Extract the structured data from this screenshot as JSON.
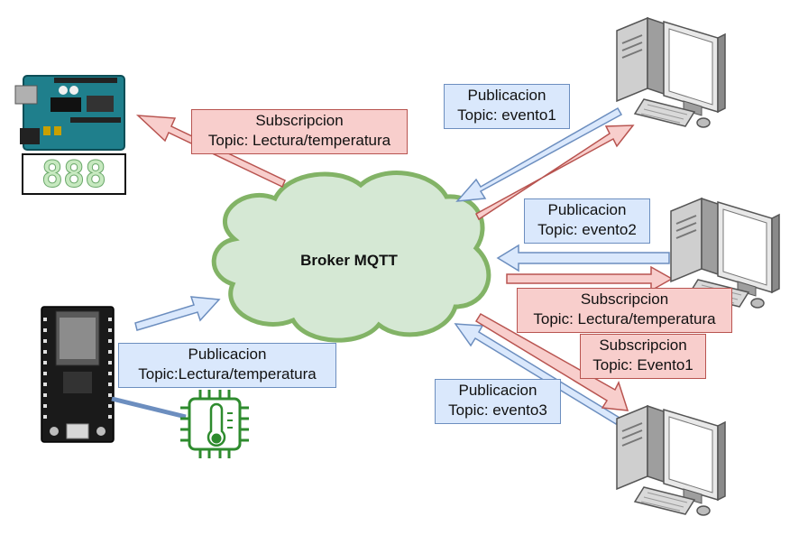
{
  "broker": {
    "label": "Broker MQTT"
  },
  "labels": {
    "arduino_sub": {
      "line1": "Subscripcion",
      "line2": "Topic: Lectura/temperatura"
    },
    "esp_pub": {
      "line1": "Publicacion",
      "line2": "Topic:Lectura/temperatura"
    },
    "pc1_pub": {
      "line1": "Publicacion",
      "line2": "Topic: evento1"
    },
    "pc2_pub": {
      "line1": "Publicacion",
      "line2": "Topic: evento2"
    },
    "pc2_sub": {
      "line1": "Subscripcion",
      "line2": "Topic: Lectura/temperatura"
    },
    "pc3_sub": {
      "line1": "Subscripcion",
      "line2": "Topic: Evento1"
    },
    "pc3_pub": {
      "line1": "Publicacion",
      "line2": "Topic: evento3"
    }
  },
  "display": {
    "digits": "888"
  },
  "colors": {
    "pub_fill": "#dae8fc",
    "pub_stroke": "#6c8ebf",
    "sub_fill": "#f8cecc",
    "sub_stroke": "#b85450",
    "cloud_fill": "#d5e8d4",
    "cloud_stroke": "#82b366",
    "sensor": "#2e8b2e"
  }
}
